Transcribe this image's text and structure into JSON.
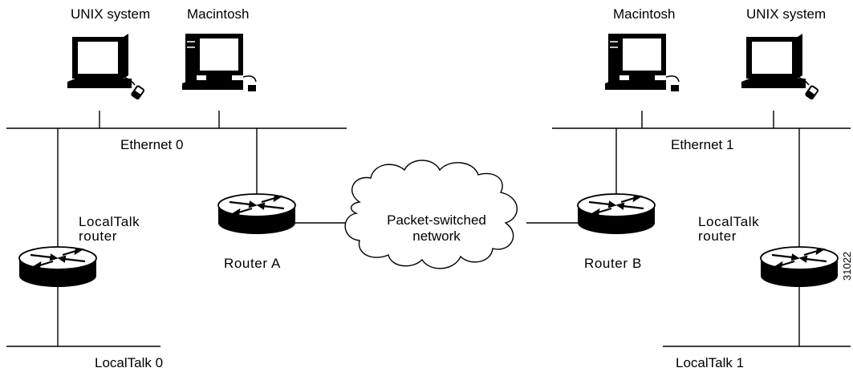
{
  "hosts": {
    "unix_left": "UNIX system",
    "mac_left": "Macintosh",
    "mac_right": "Macintosh",
    "unix_right": "UNIX system"
  },
  "networks": {
    "ethernet0": "Ethernet 0",
    "ethernet1": "Ethernet 1",
    "localtalk0": "LocalTalk 0",
    "localtalk1": "LocalTalk 1"
  },
  "routers": {
    "router_a": "Router A",
    "router_b": "Router B",
    "localtalk_left_line1": "LocalTalk",
    "localtalk_left_line2": "router",
    "localtalk_right_line1": "LocalTalk",
    "localtalk_right_line2": "router"
  },
  "cloud": {
    "line1": "Packet-switched",
    "line2": "network"
  },
  "figure_id": "31022"
}
